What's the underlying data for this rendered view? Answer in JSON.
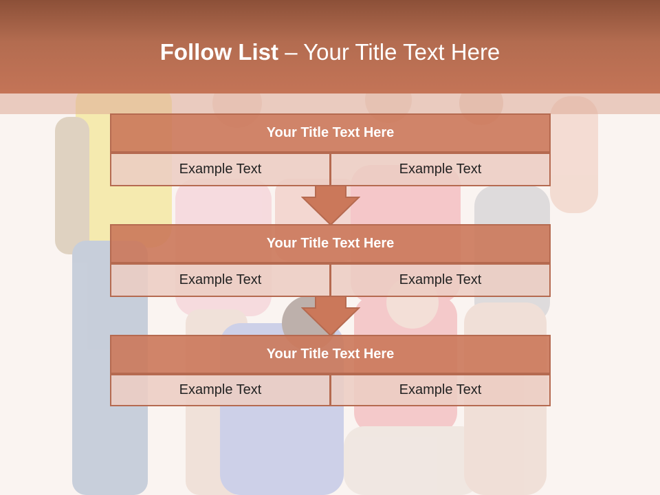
{
  "slide": {
    "title_bold": "Follow List",
    "title_rest": "– Your Title Text Here"
  },
  "steps": [
    {
      "title": "Your Title Text Here",
      "left": "Example Text",
      "right": "Example Text"
    },
    {
      "title": "Your Title Text Here",
      "left": "Example Text",
      "right": "Example Text"
    },
    {
      "title": "Your Title Text Here",
      "left": "Example Text",
      "right": "Example Text"
    }
  ],
  "colors": {
    "header": "#c47457",
    "box_title": "#cb785a",
    "box_cell": "#eccdc3",
    "border": "#b56a50",
    "arrow": "#cb785a"
  }
}
